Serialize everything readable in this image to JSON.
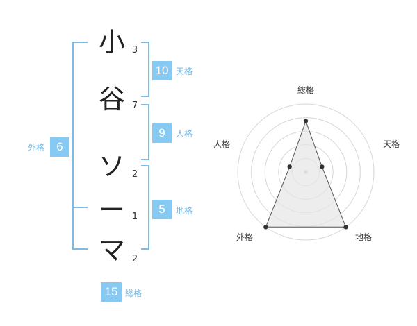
{
  "colors": {
    "accent": "#79bce8",
    "badge_fill": "#86c9f3",
    "label": "#6fb6e6",
    "radar_fill": "#e6e6e6",
    "ring": "#d6d6d6"
  },
  "name": {
    "characters": [
      {
        "char": "小",
        "strokes": "3"
      },
      {
        "char": "谷",
        "strokes": "7"
      },
      {
        "char": "ソ",
        "strokes": "2"
      },
      {
        "char": "ー",
        "strokes": "1"
      },
      {
        "char": "マ",
        "strokes": "2"
      }
    ]
  },
  "fortune": {
    "tenkaku": {
      "value": "10",
      "label": "天格"
    },
    "jinkaku": {
      "value": "9",
      "label": "人格"
    },
    "chikaku": {
      "value": "5",
      "label": "地格"
    },
    "gaikaku": {
      "value": "6",
      "label": "外格"
    },
    "soukaku": {
      "value": "15",
      "label": "総格"
    }
  },
  "radar": {
    "axes": [
      {
        "label": "総格",
        "value": 0.75
      },
      {
        "label": "天格",
        "value": 0.25
      },
      {
        "label": "地格",
        "value": 1.0
      },
      {
        "label": "外格",
        "value": 1.0
      },
      {
        "label": "人格",
        "value": 0.25
      }
    ],
    "rings": 5
  }
}
